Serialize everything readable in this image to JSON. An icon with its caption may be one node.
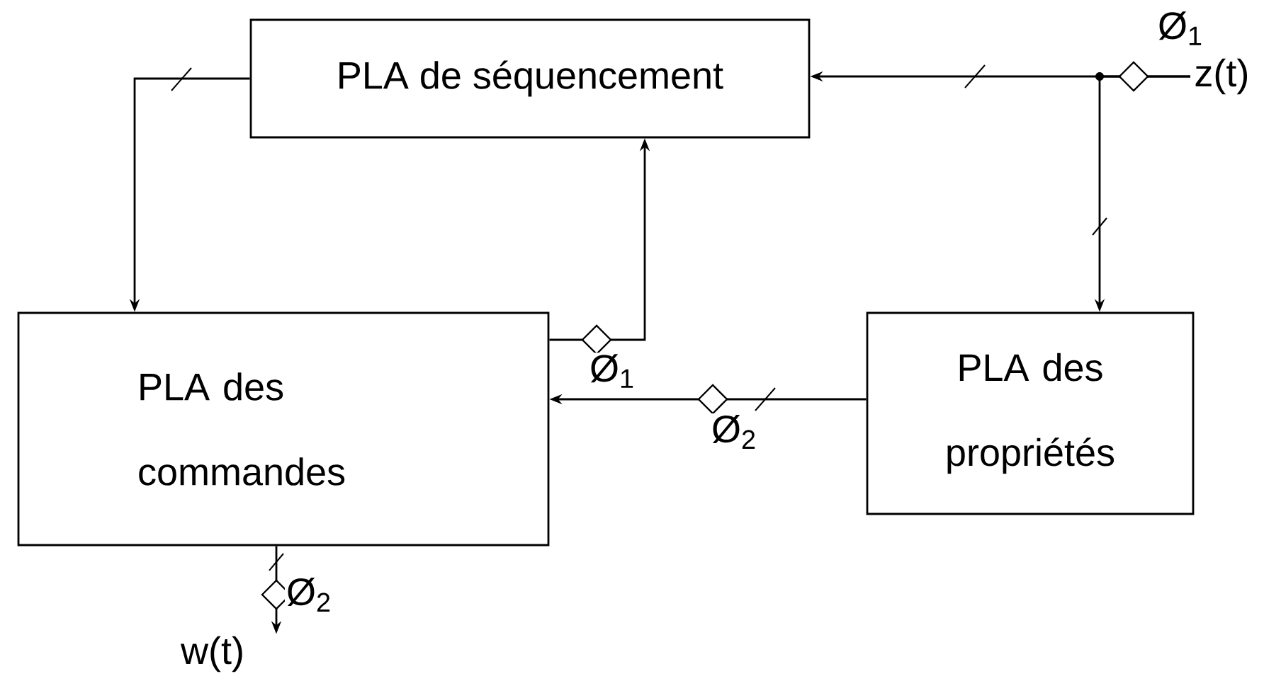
{
  "diagram": {
    "nodes": [
      {
        "text": [
          "PLA de séquencement"
        ]
      },
      {
        "text": [
          "PLA des commandes"
        ]
      },
      {
        "text": [
          "PLA des propriétés"
        ]
      },
      {
        "text": [
          "z(t)"
        ]
      },
      {
        "text": [
          "w(t)"
        ]
      }
    ],
    "edges": [
      {
        "from": 0,
        "to": 1,
        "arrow": "to"
      },
      {
        "from": 3,
        "to": 0,
        "arrow": "to",
        "label": "Ø$_{1}$"
      },
      {
        "from": 3,
        "to": 2,
        "arrow": "to"
      },
      {
        "from": 1,
        "to": 0,
        "arrow": "to",
        "label": "Ø$_{1}$"
      },
      {
        "from": 2,
        "to": 1,
        "arrow": "to",
        "label": "Ø$_{2}$"
      },
      {
        "from": 1,
        "to": 4,
        "arrow": "to",
        "label": "Ø$_{2}$"
      }
    ]
  }
}
